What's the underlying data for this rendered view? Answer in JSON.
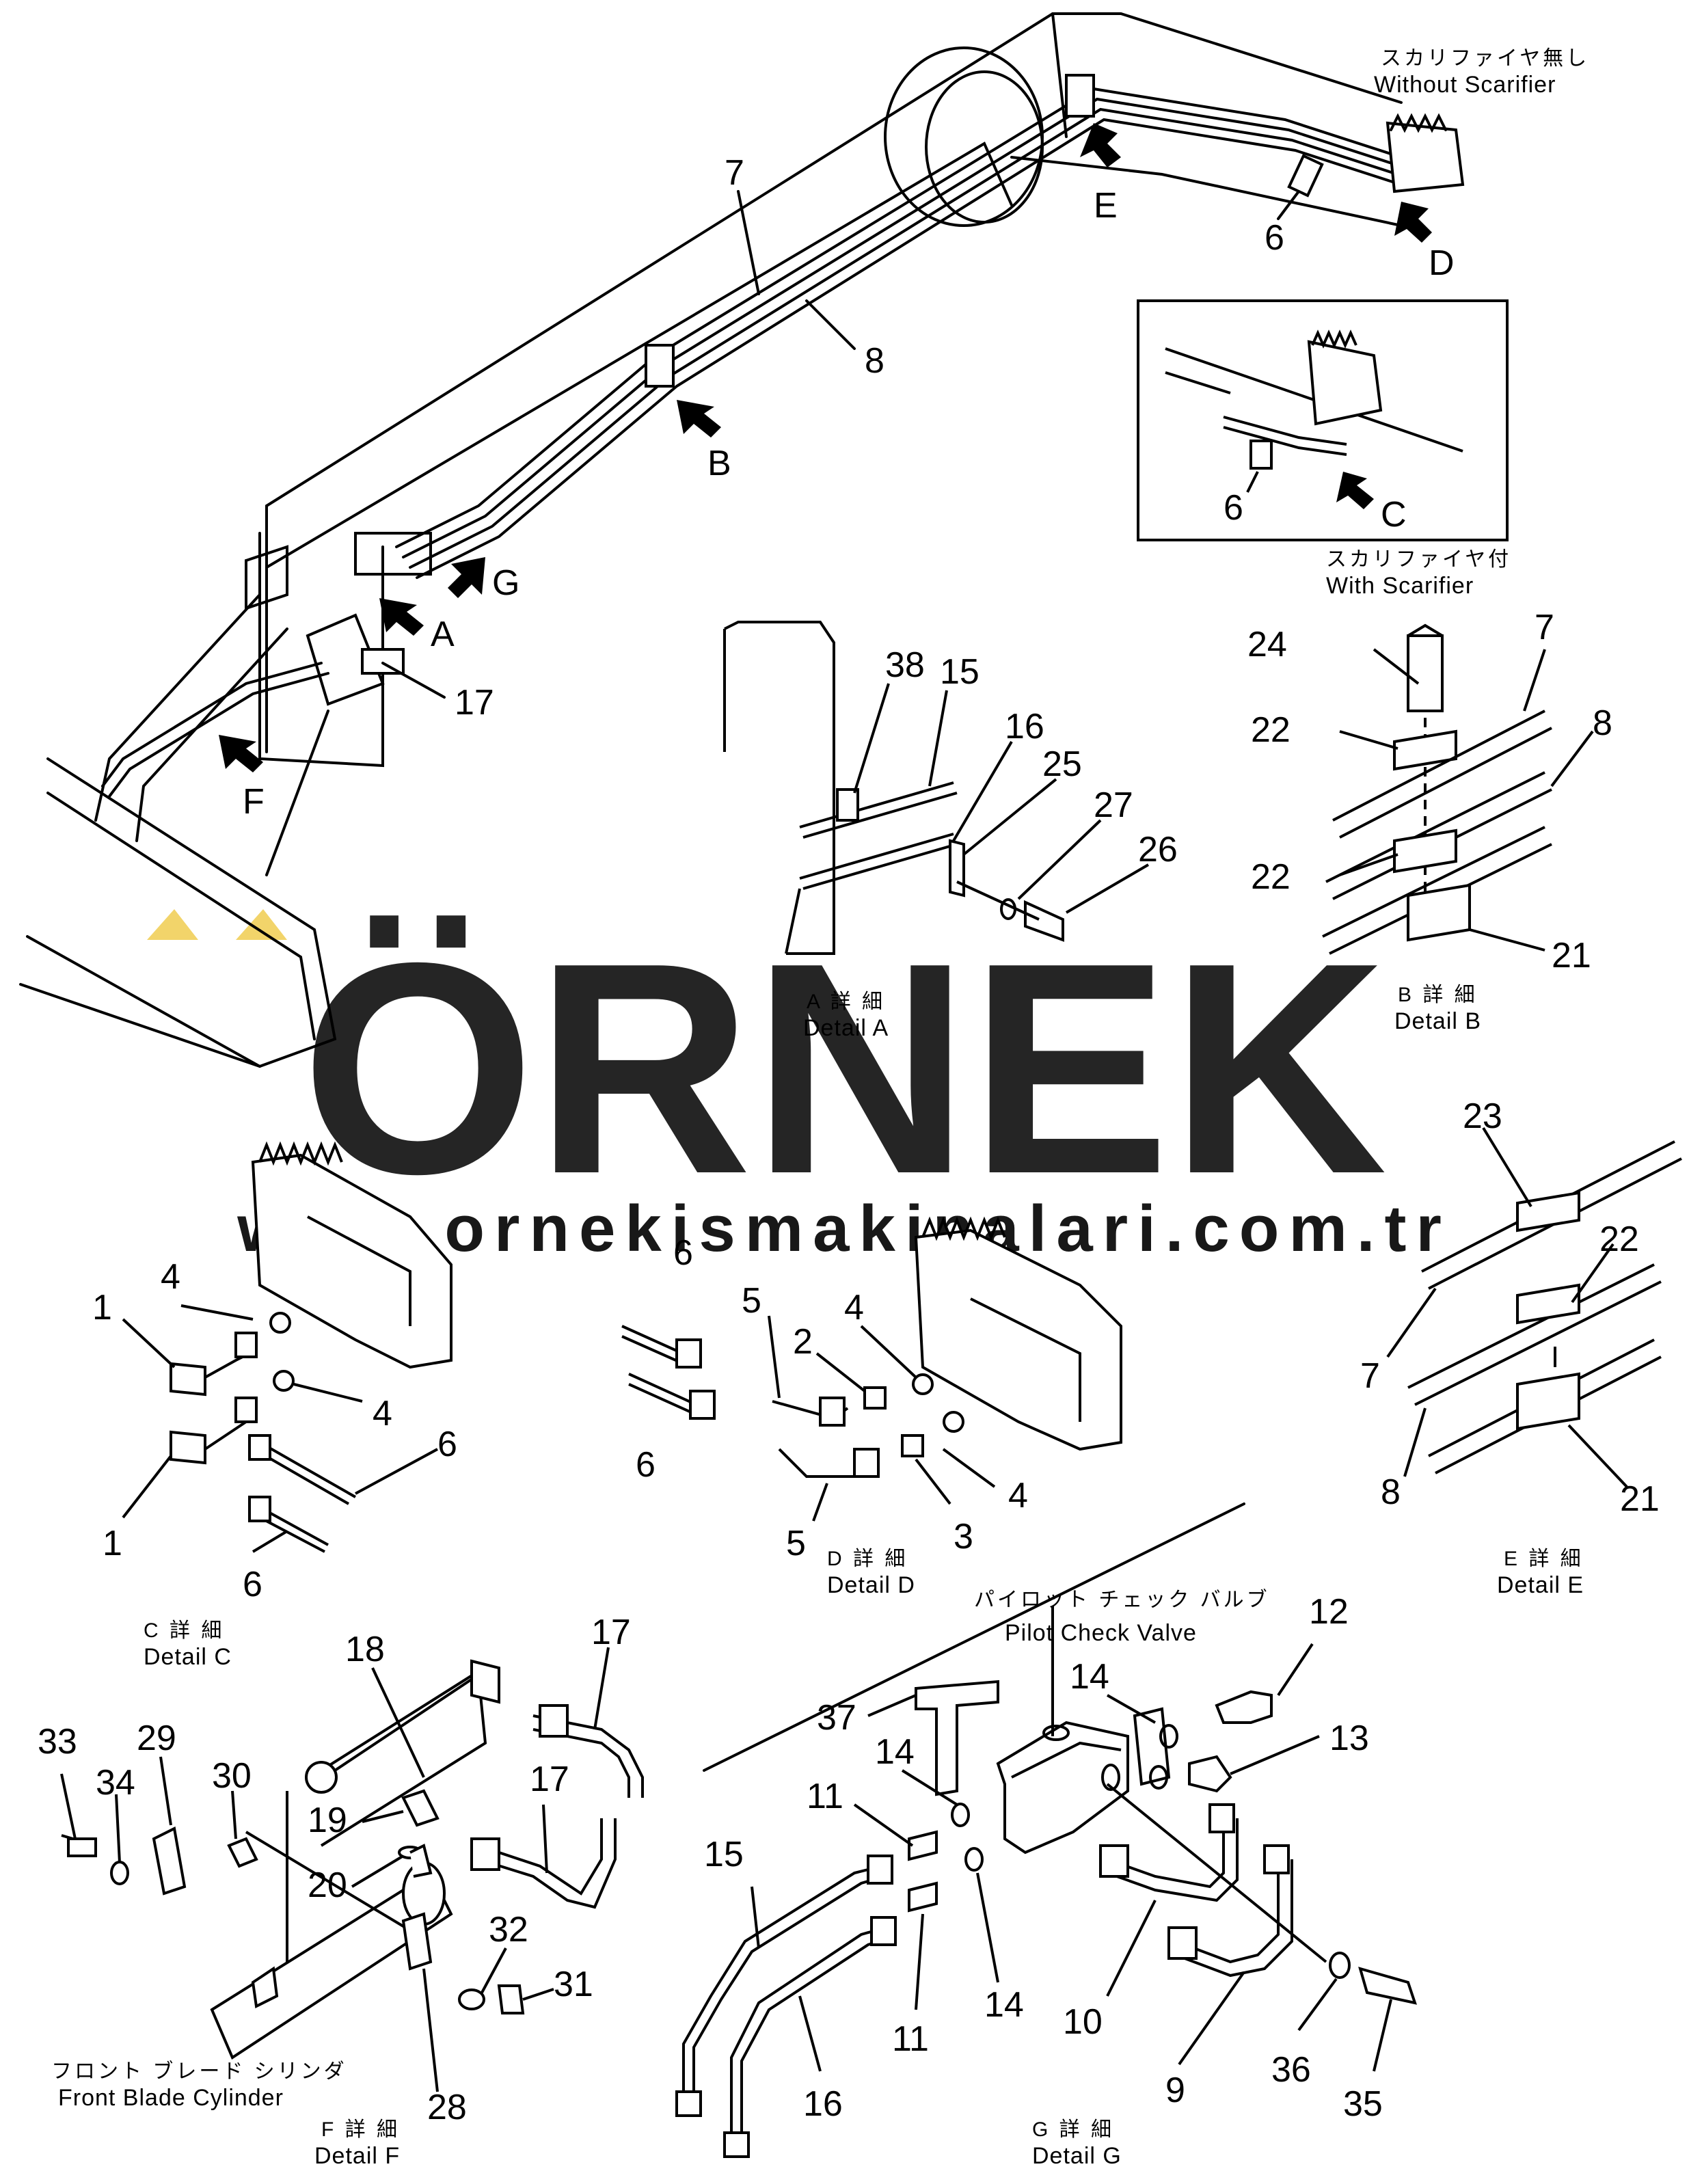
{
  "watermark": {
    "brand": "ÖRNEK",
    "url": "www.ornekismakinalari.com.tr",
    "color": "#d9d9d9",
    "accent": "#f2d46a"
  },
  "main_view": {
    "labels": {
      "p7": "7",
      "p8": "8",
      "p6": "6",
      "p17": "17",
      "arrow_a": "A",
      "arrow_b": "B",
      "arrow_d": "D",
      "arrow_e": "E",
      "arrow_f": "F",
      "arrow_g": "G"
    },
    "without_scarifier_jp": "スカリファイヤ無し",
    "without_scarifier_en": "Without Scarifier"
  },
  "inset_with_scarifier": {
    "p6": "6",
    "arrow_c": "C",
    "title_jp": "スカリファイヤ付",
    "title_en": "With Scarifier"
  },
  "detail_a": {
    "title_jp": "A 詳 細",
    "title_en": "Detail A",
    "parts": [
      "38",
      "15",
      "16",
      "25",
      "27",
      "26"
    ]
  },
  "detail_b": {
    "title_jp": "B 詳 細",
    "title_en": "Detail B",
    "parts": [
      "24",
      "22",
      "7",
      "8",
      "22",
      "21"
    ]
  },
  "detail_c": {
    "title_jp": "C 詳 細",
    "title_en": "Detail C",
    "parts": [
      "4",
      "1",
      "4",
      "6",
      "1",
      "6"
    ]
  },
  "detail_d": {
    "title_jp": "D 詳 細",
    "title_en": "Detail D",
    "parts": [
      "6",
      "5",
      "4",
      "2",
      "6",
      "4",
      "3",
      "5"
    ]
  },
  "detail_e": {
    "title_jp": "E 詳 細",
    "title_en": "Detail E",
    "parts": [
      "23",
      "22",
      "7",
      "8",
      "21"
    ]
  },
  "detail_f": {
    "title_jp": "F 詳 細",
    "title_en": "Detail F",
    "cylinder_jp": "フロント ブレード シリンダ",
    "cylinder_en": "Front Blade Cylinder",
    "parts": [
      "33",
      "34",
      "29",
      "30",
      "18",
      "17",
      "19",
      "17",
      "20",
      "32",
      "31",
      "28"
    ]
  },
  "detail_g": {
    "title_jp": "G 詳 細",
    "title_en": "Detail G",
    "valve_jp": "パイロット チェック バルブ",
    "valve_en": "Pilot Check Valve",
    "parts": [
      "12",
      "14",
      "13",
      "37",
      "14",
      "11",
      "15",
      "14",
      "11",
      "16",
      "10",
      "9",
      "36",
      "35"
    ]
  }
}
